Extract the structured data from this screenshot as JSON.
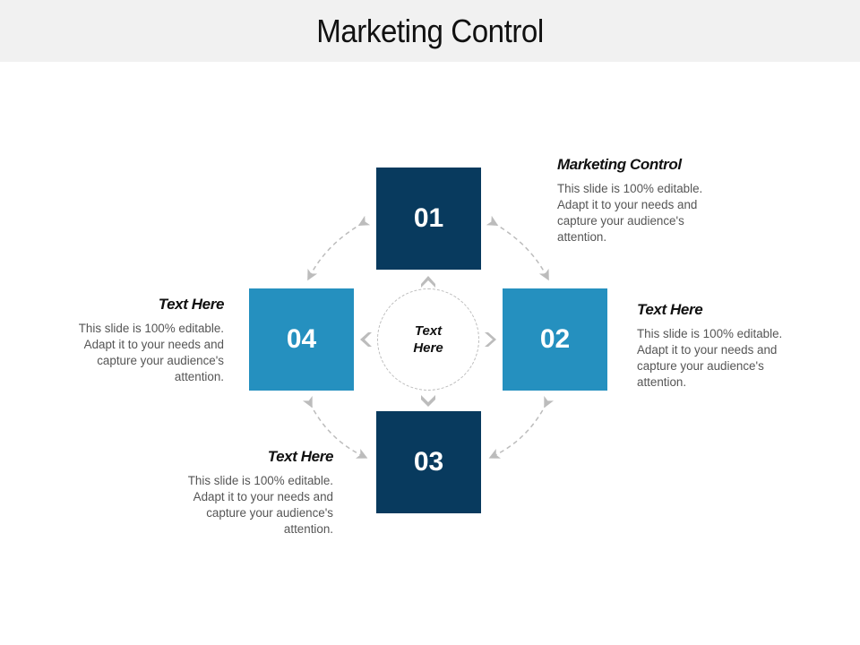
{
  "header": {
    "title": "Marketing Control"
  },
  "boxes": [
    {
      "label": "01",
      "color": "#083a5e"
    },
    {
      "label": "02",
      "color": "#2590bf"
    },
    {
      "label": "03",
      "color": "#083a5e"
    },
    {
      "label": "04",
      "color": "#2590bf"
    }
  ],
  "center": {
    "label": "Text Here"
  },
  "blocks": [
    {
      "heading": "Marketing Control",
      "body": "This slide is 100% editable. Adapt it to your needs and capture your audience's attention."
    },
    {
      "heading": "Text Here",
      "body": "This slide is 100% editable. Adapt it to your needs and capture your audience's attention."
    },
    {
      "heading": "Text Here",
      "body": "This slide is 100% editable. Adapt it to your needs and capture your audience's attention."
    },
    {
      "heading": "Text Here",
      "body": "This slide is 100% editable. Adapt it to your needs and capture your audience's attention."
    }
  ],
  "colors": {
    "dark_blue": "#083a5e",
    "light_blue": "#2590bf",
    "arrow_gray": "#bcbcbc",
    "header_bg": "#f1f1f1"
  }
}
